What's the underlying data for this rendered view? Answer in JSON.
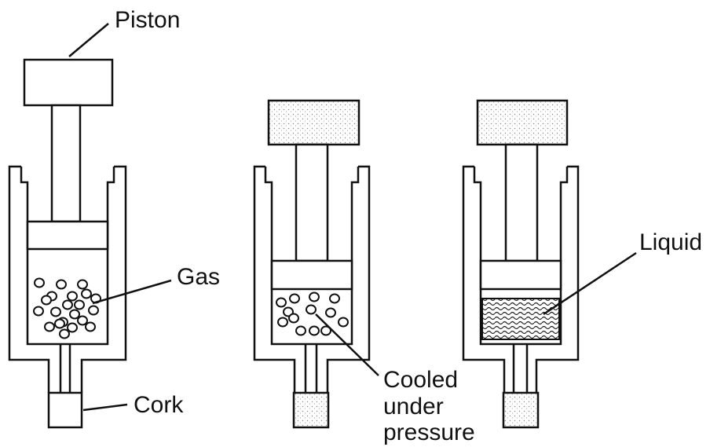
{
  "labels": {
    "piston": "Piston",
    "gas": "Gas",
    "cork": "Cork",
    "cooled": [
      "Cooled",
      "under",
      "pressure"
    ],
    "liquid": "Liquid"
  },
  "stages": [
    {
      "id": "gas",
      "state": "gas",
      "piston_style": "plain",
      "molecules": 21
    },
    {
      "id": "compressed",
      "state": "compressed gas",
      "piston_style": "stippled",
      "molecules": 13
    },
    {
      "id": "liquid",
      "state": "liquid",
      "piston_style": "stippled",
      "molecules": 0
    }
  ]
}
